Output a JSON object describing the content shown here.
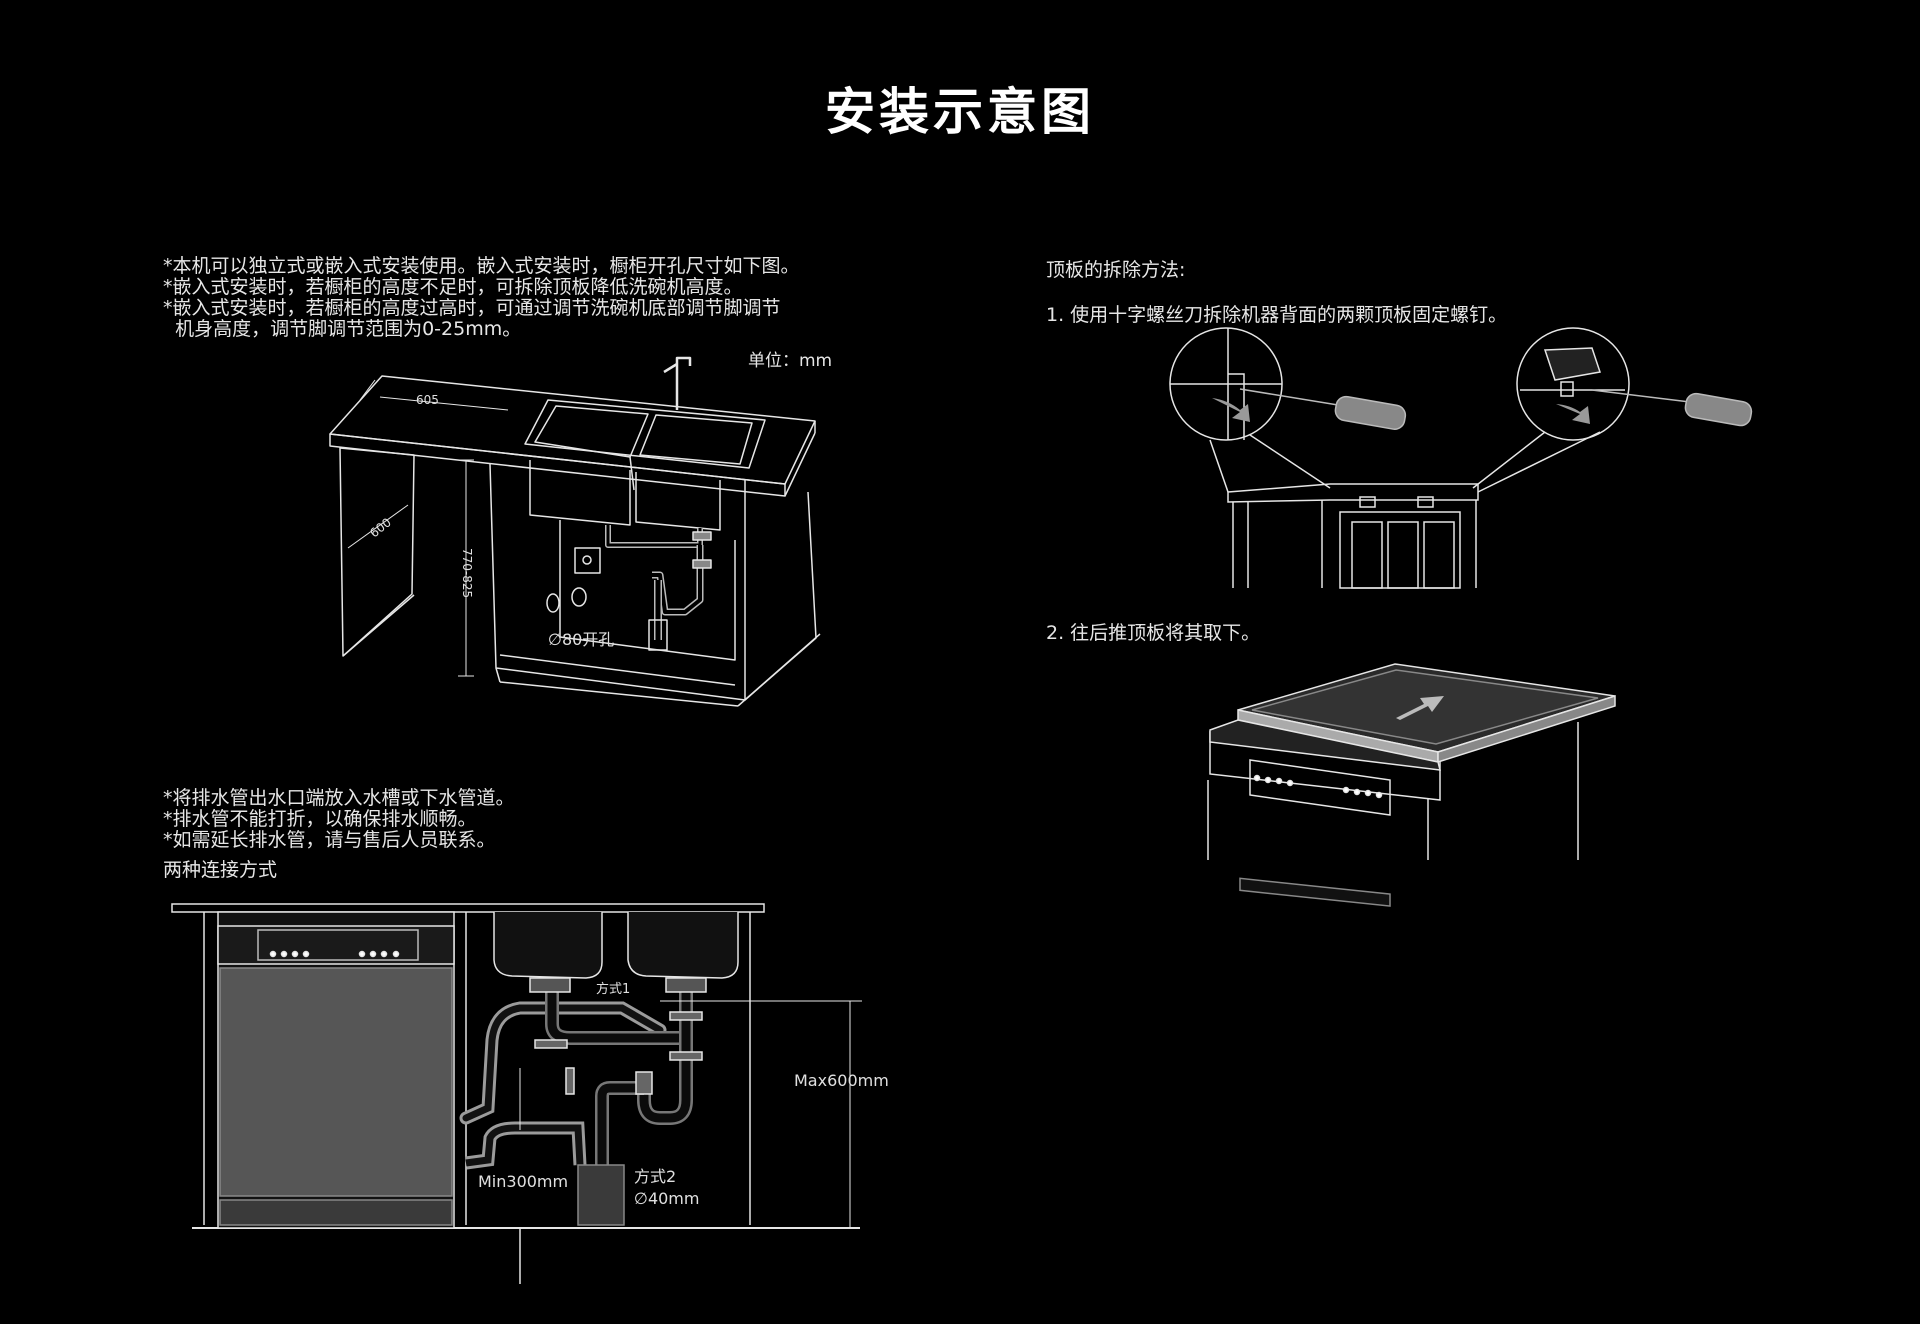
{
  "title": "安装示意图",
  "install_notes": [
    "*本机可以独立式或嵌入式安装使用。嵌入式安装时，橱柜开孔尺寸如下图。",
    "*嵌入式安装时，若橱柜的高度不足时，可拆除顶板降低洗碗机高度。",
    "*嵌入式安装时，若橱柜的高度过高时，可通过调节洗碗机底部调节脚调节",
    "  机身高度，调节脚调节范围为0-25mm。"
  ],
  "unit_label": "单位：mm",
  "cabinet_diagram": {
    "width_label": "605",
    "depth_label": "600",
    "height_label": "770-825",
    "hole_label": "∅80开孔"
  },
  "drain_notes": [
    "*将排水管出水口端放入水槽或下水管道。",
    "*排水管不能打折，以确保排水顺畅。",
    "*如需延长排水管，请与售后人员联系。"
  ],
  "connection_heading": "两种连接方式",
  "drain_diagram": {
    "method1_label": "方式1",
    "method2_label": "方式2",
    "diameter_label": "∅40mm",
    "max_label": "Max600mm",
    "min_label": "Min300mm"
  },
  "top_panel": {
    "heading": "顶板的拆除方法:",
    "step1": "1. 使用十字螺丝刀拆除机器背面的两颗顶板固定螺钉。",
    "step2": "2. 往后推顶板将其取下。"
  }
}
